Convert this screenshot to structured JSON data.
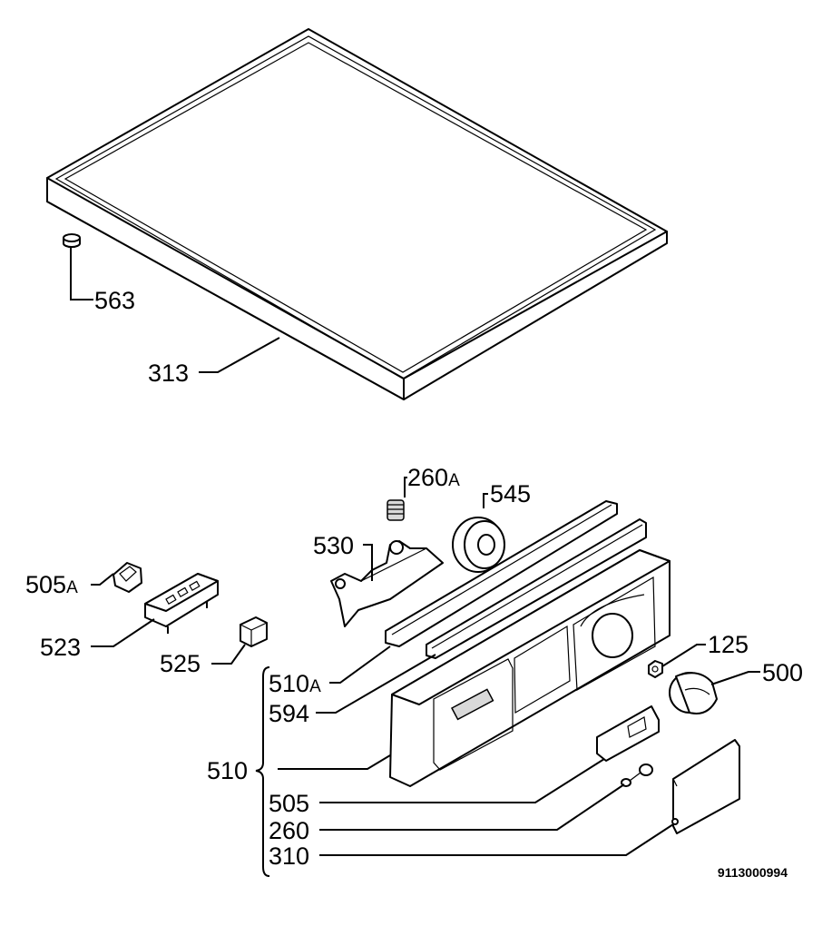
{
  "callouts": {
    "c563": "563",
    "c313": "313",
    "c260A": {
      "num": "260",
      "suffix": "A"
    },
    "c545": "545",
    "c530": "530",
    "c505A": {
      "num": "505",
      "suffix": "A"
    },
    "c523": "523",
    "c525": "525",
    "c125": "125",
    "c500": "500",
    "c510A": {
      "num": "510",
      "suffix": "A"
    },
    "c594": "594",
    "c510": "510",
    "c505": "505",
    "c260": "260",
    "c310": "310"
  },
  "document_number": "9113000994"
}
